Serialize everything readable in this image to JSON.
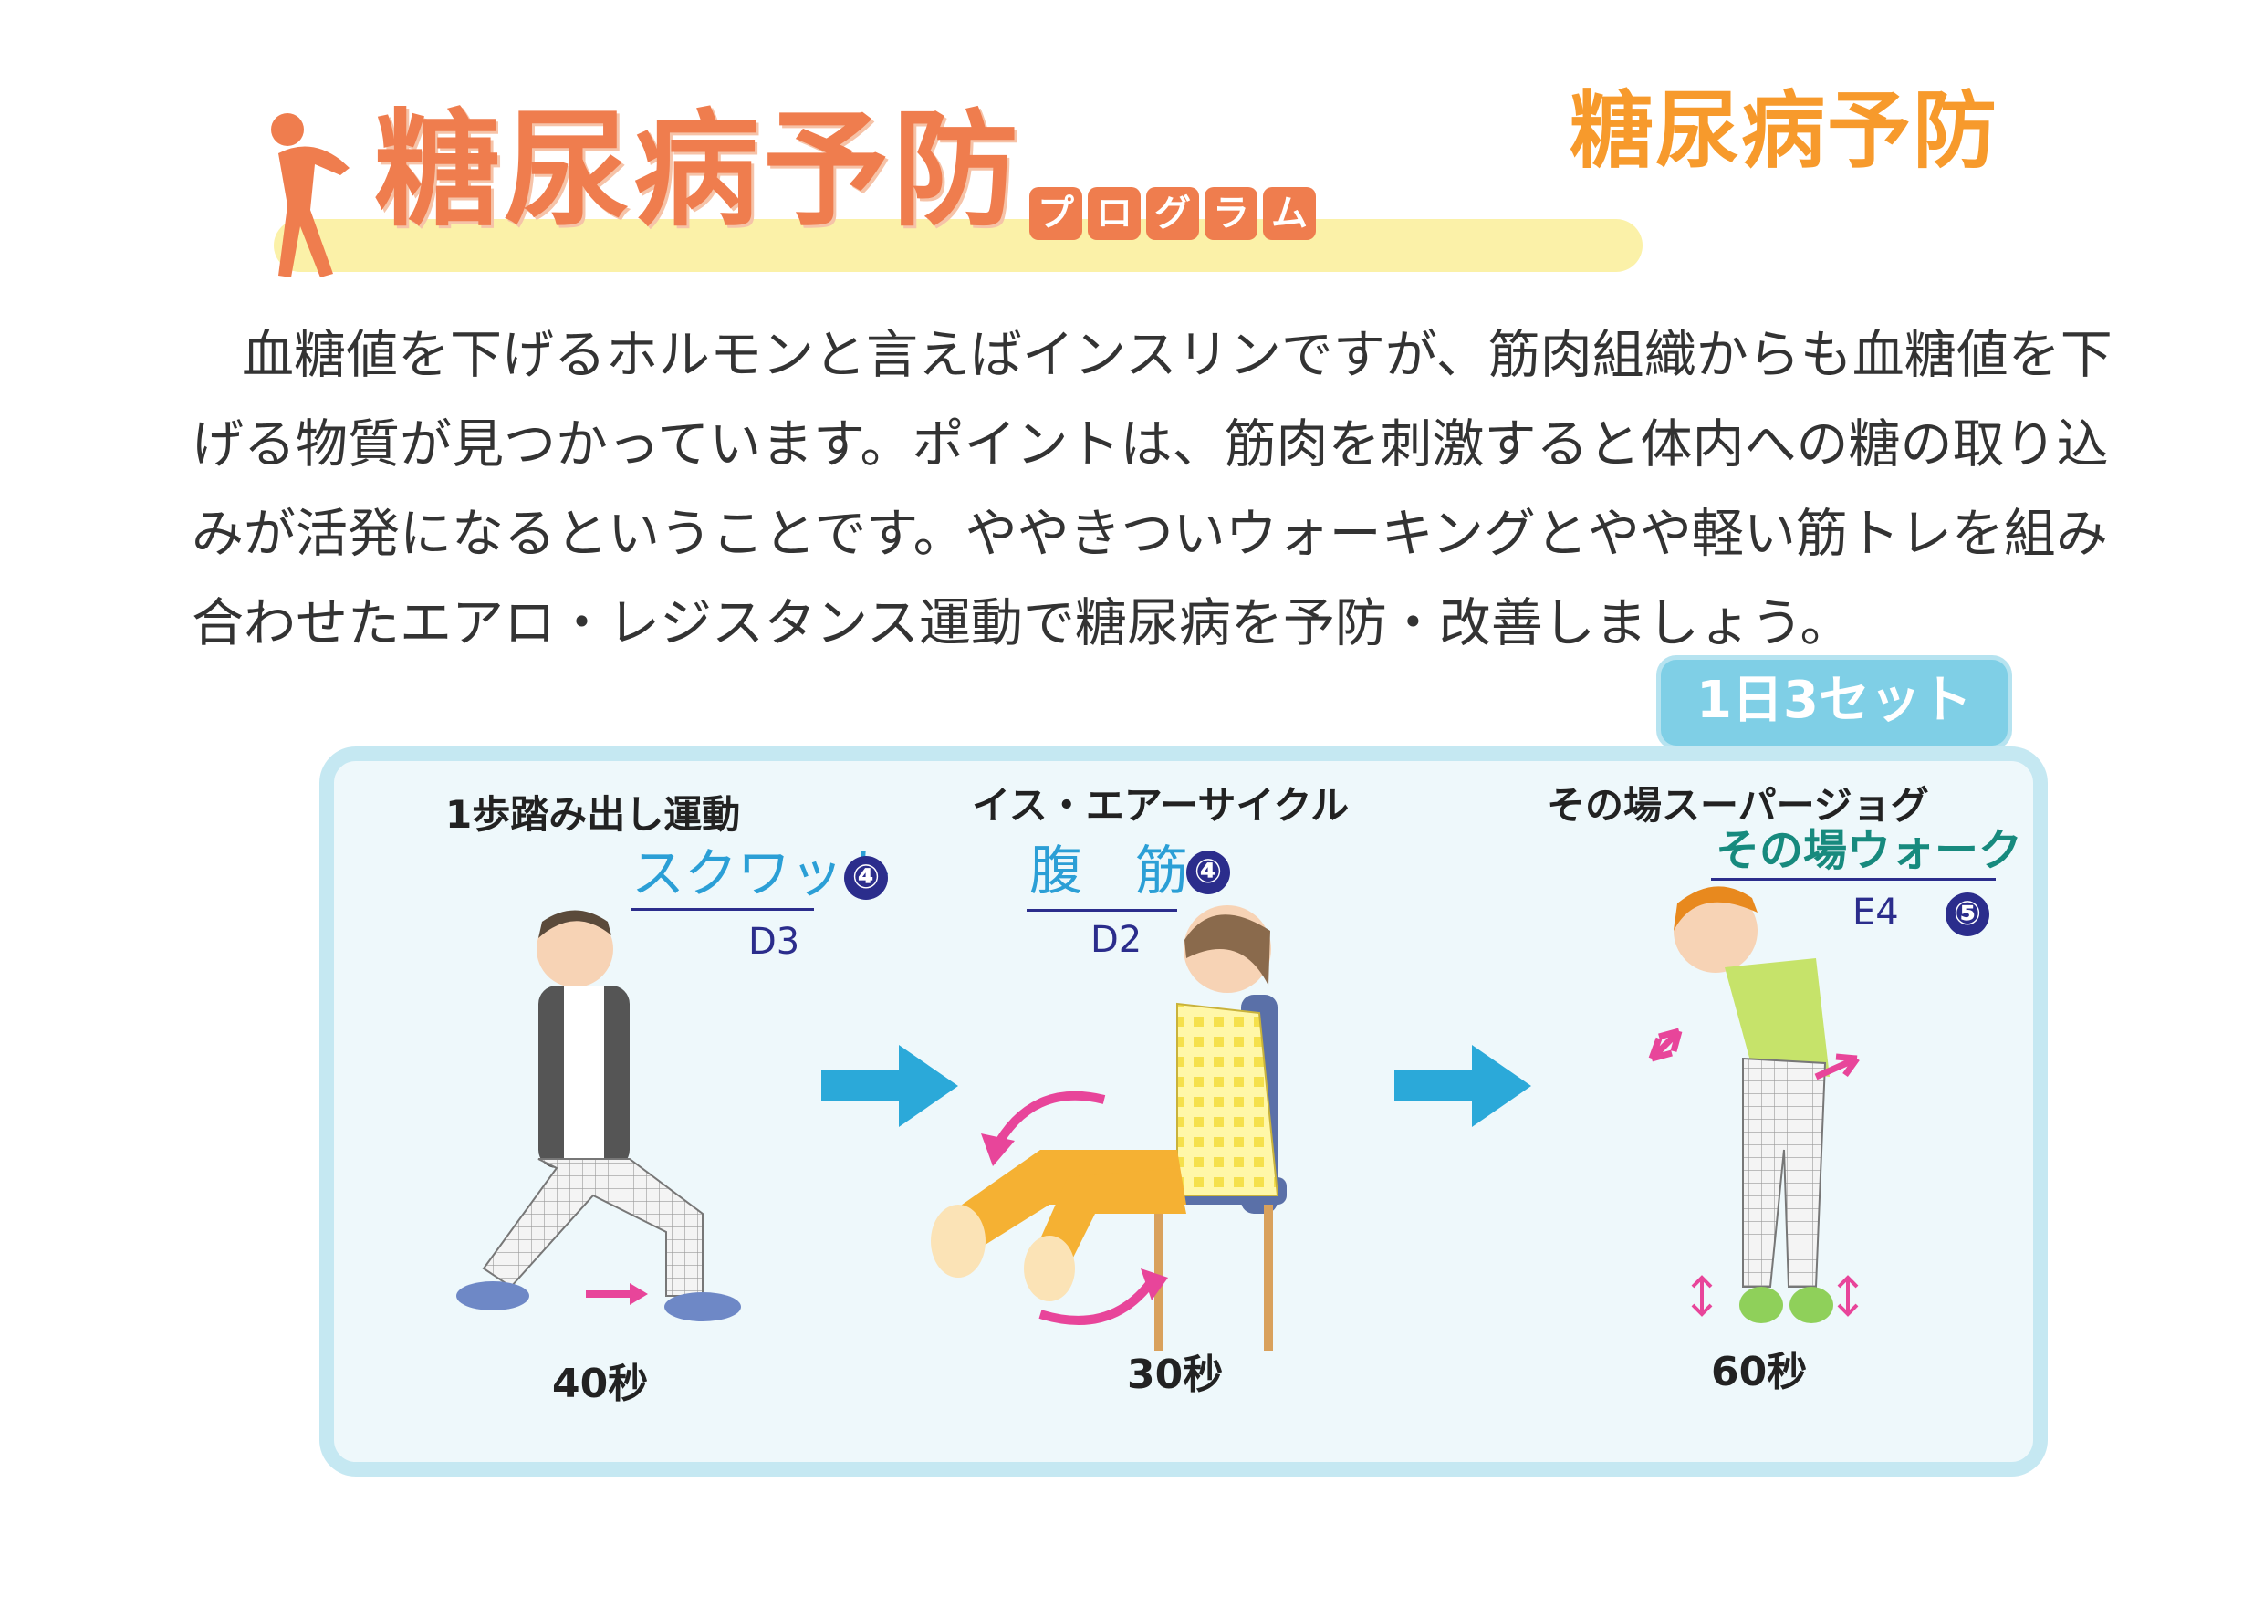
{
  "header": {
    "title": "糖尿病予防",
    "subtitle_chars": [
      "プ",
      "ロ",
      "グ",
      "ラ",
      "ム"
    ],
    "corner_title": "糖尿病予防"
  },
  "intro": "血糖値を下げるホルモンと言えばインスリンですが、筋肉組織からも血糖値を下げる物質が見つかっています。ポイントは、筋肉を刺激すると体内への糖の取り込みが活発になるということです。ややきついウォーキングとやや軽い筋トレを組み合わせたエアロ・レジスタンス運動で糖尿病を予防・改善しましょう。",
  "badge": "1日3セット",
  "steps": [
    {
      "title": "1歩踏み出し運動",
      "note": "スクワット",
      "note_num": "④",
      "code": "D3",
      "duration": "40秒"
    },
    {
      "title": "イス・エアーサイクル",
      "note": "腹　筋",
      "note_num": "④",
      "code": "D2",
      "duration": "30秒"
    },
    {
      "title": "その場スーパージョグ",
      "note": "その場ウォーク",
      "note_num": "⑤",
      "code": "E4",
      "duration": "60秒"
    }
  ],
  "colors": {
    "title_orange": "#ef7d4e",
    "corner_orange": "#f79a2c",
    "panel_bg": "#eef8fb",
    "panel_border": "#c5e8f2",
    "arrow_blue": "#2ba9d9",
    "motion_pink": "#e8459a",
    "handwriting_blue": "#2b9fd6",
    "handwriting_teal": "#178a7e",
    "handwriting_navy": "#2b2d8c"
  }
}
